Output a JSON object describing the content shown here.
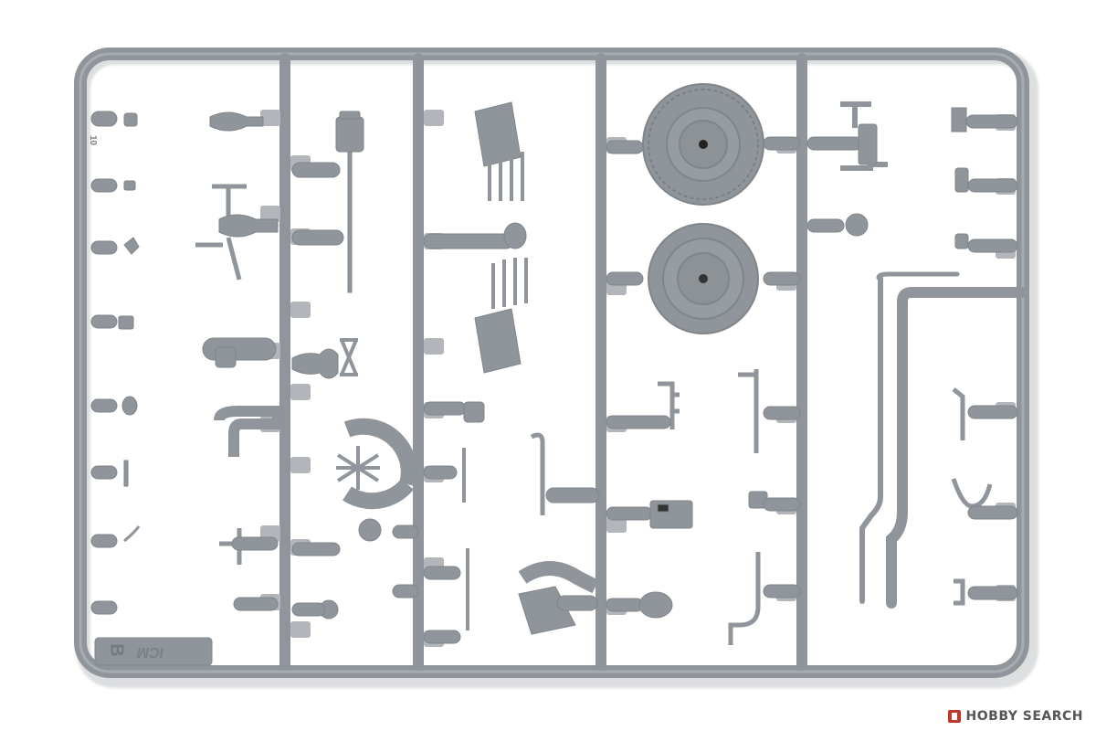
{
  "image": {
    "subject": "Grey plastic model kit sprue tree",
    "background_color": "#ffffff",
    "plastic_color": "#8f959a",
    "shadow_color": "#c9cccf"
  },
  "sprue": {
    "part_letter": "B",
    "brand_mark": "ICM",
    "part_number_mark": "10"
  },
  "watermark": {
    "text": "HOBBY SEARCH",
    "icon": "hobby-search-logo-icon",
    "accent_color": "#c0392b"
  }
}
